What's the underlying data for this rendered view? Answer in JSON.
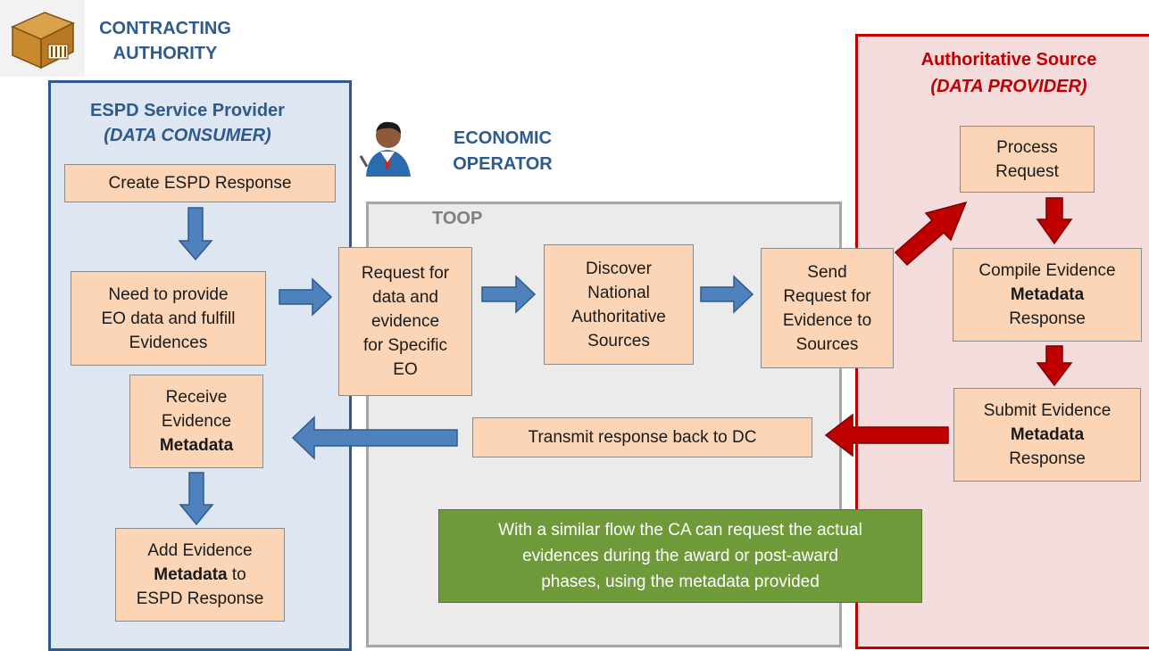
{
  "contracting_authority": {
    "line1": "CONTRACTING",
    "line2": "AUTHORITY",
    "icon": "building-icon"
  },
  "economic_operator": {
    "line1": "ECONOMIC",
    "line2": "OPERATOR",
    "icon": "person-icon"
  },
  "data_consumer_panel": {
    "title": "ESPD Service Provider",
    "subtitle": "(DATA CONSUMER)",
    "boxes": {
      "create": "Create ESPD Response",
      "need_l1": "Need to provide",
      "need_l2": "EO data and fulfill",
      "need_l3": "Evidences",
      "receive_l1": "Receive",
      "receive_l2": "Evidence",
      "receive_l3": "Metadata",
      "add_l1": "Add Evidence",
      "add_l2a": "Metadata",
      "add_l2b": " to",
      "add_l3": "ESPD Response"
    }
  },
  "toop_panel": {
    "title": "TOOP",
    "boxes": {
      "request_l1": "Request for",
      "request_l2": "data and",
      "request_l3": "evidence",
      "request_l4": "for Specific",
      "request_l5": "EO",
      "discover_l1": "Discover",
      "discover_l2": "National",
      "discover_l3": "Authoritative",
      "discover_l4": "Sources",
      "send_l1": "Send",
      "send_l2": "Request for",
      "send_l3": "Evidence to",
      "send_l4": "Sources",
      "transmit": "Transmit response back to DC"
    },
    "note_l1": "With a similar flow the CA can request the actual",
    "note_l2": "evidences during the award or post-award",
    "note_l3": "phases, using the metadata provided"
  },
  "data_provider_panel": {
    "title": "Authoritative Source",
    "subtitle": "(DATA PROVIDER)",
    "boxes": {
      "process_l1": "Process",
      "process_l2": "Request",
      "compile_l1": "Compile Evidence",
      "compile_l2": "Metadata",
      "compile_l3": "Response",
      "submit_l1": "Submit Evidence",
      "submit_l2": "Metadata",
      "submit_l3": "Response"
    }
  },
  "colors": {
    "consumer_bg": "#dde6f1",
    "consumer_border": "#2e5a8c",
    "toop_bg": "#ebebeb",
    "toop_border": "#a6a6a6",
    "provider_bg": "#f4dcdc",
    "provider_border": "#c00000",
    "box_fill": "#fbd5b5",
    "note_fill": "#6f9a3a",
    "blue_arrow": "#4f81bd",
    "red_arrow": "#c00000"
  }
}
